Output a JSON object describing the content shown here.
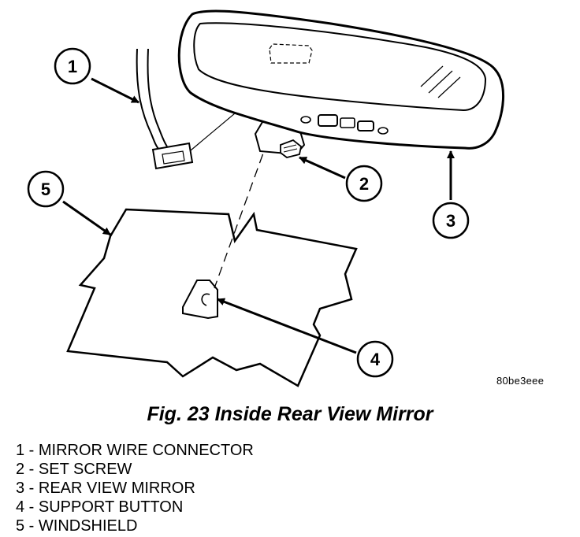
{
  "figure": {
    "code": "80be3eee",
    "caption": "Fig. 23 Inside Rear View Mirror"
  },
  "callouts": [
    {
      "number": "1",
      "label": "MIRROR WIRE CONNECTOR"
    },
    {
      "number": "2",
      "label": "SET SCREW"
    },
    {
      "number": "3",
      "label": "REAR VIEW MIRROR"
    },
    {
      "number": "4",
      "label": "SUPPORT BUTTON"
    },
    {
      "number": "5",
      "label": "WINDSHIELD"
    }
  ],
  "legend": [
    "1 - MIRROR WIRE CONNECTOR",
    "2 - SET SCREW",
    "3 - REAR VIEW MIRROR",
    "4 - SUPPORT BUTTON",
    "5 - WINDSHIELD"
  ]
}
